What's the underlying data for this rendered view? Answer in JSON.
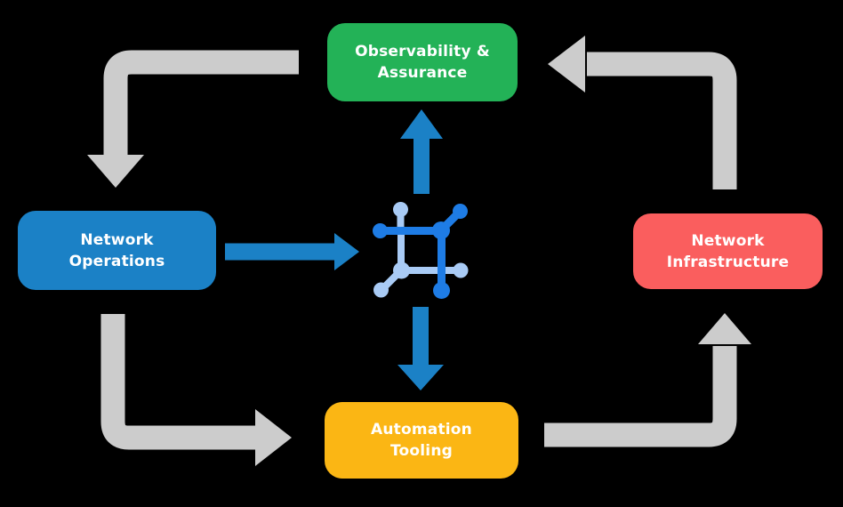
{
  "diagram": {
    "background": "#000000",
    "text_color": "#ffffff",
    "nodes": [
      {
        "id": "observability-assurance",
        "label": "Observability &\nAssurance",
        "color": "#23b257"
      },
      {
        "id": "network-operations",
        "label": "Network\nOperations",
        "color": "#1b81c6"
      },
      {
        "id": "network-infrastructure",
        "label": "Network\nInfrastructure",
        "color": "#fa5e5e"
      },
      {
        "id": "automation-tooling",
        "label": "Automation\nTooling",
        "color": "#fbb614"
      }
    ],
    "center_icon": {
      "name": "network-mesh-icon",
      "color_primary": "#1e7ce5",
      "color_secondary": "#a9cbf5"
    },
    "arrows": {
      "cycle_color": "#cccccc",
      "flow_color": "#1b81c6",
      "cycle": [
        {
          "from": "observability-assurance",
          "to": "network-operations"
        },
        {
          "from": "network-operations",
          "to": "automation-tooling"
        },
        {
          "from": "automation-tooling",
          "to": "network-infrastructure"
        },
        {
          "from": "network-infrastructure",
          "to": "observability-assurance"
        }
      ],
      "flow": [
        {
          "from": "network-operations",
          "to": "center-icon"
        },
        {
          "from": "center-icon",
          "to": "observability-assurance"
        },
        {
          "from": "center-icon",
          "to": "automation-tooling"
        }
      ]
    }
  }
}
